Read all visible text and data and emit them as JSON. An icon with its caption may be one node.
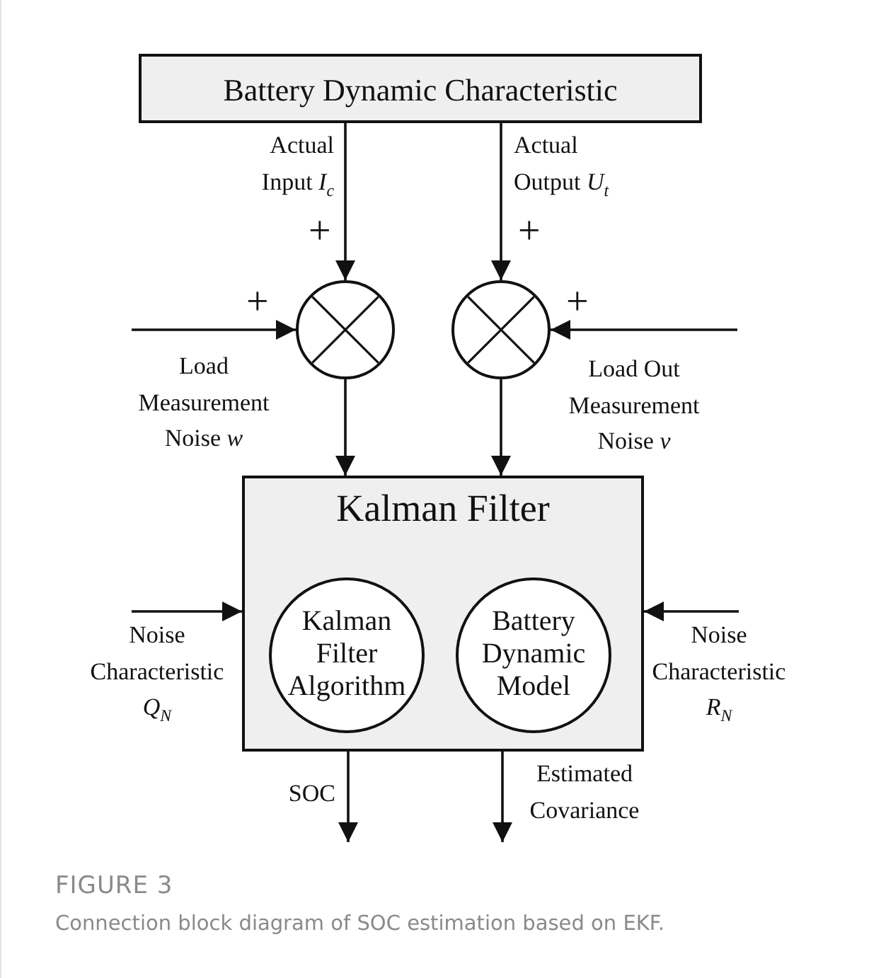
{
  "diagram": {
    "title": "FIGURE 3",
    "caption": "Connection block diagram of SOC estimation based on EKF.",
    "nodes": [
      {
        "text": [
          "Battery Dynamic Characteristic"
        ]
      },
      {
        "text": [],
        "shape": "circle"
      },
      {
        "text": [],
        "shape": "circle"
      },
      {
        "text": [
          "Kalman Filter"
        ]
      },
      {
        "text": [
          "Kalman Filter Algorithm"
        ],
        "in": 3
      },
      {
        "text": [
          "Battery Dynamic Model"
        ],
        "in": 3
      }
    ],
    "edges": [
      {
        "from": 0,
        "to": 1,
        "arrow": "to",
        "label": "Actual Input *I*$_{c}$"
      },
      {
        "from": 0,
        "to": 2,
        "arrow": "to",
        "label": "Actual Output *U*$_{t}$"
      },
      {
        "from": null,
        "to": 1,
        "arrow": "to",
        "label": "Load Measurement Noise *w*"
      },
      {
        "from": null,
        "to": 2,
        "arrow": "to",
        "label": "Load Out Measurement Noise *v*"
      },
      {
        "from": 1,
        "to": 3,
        "arrow": "to"
      },
      {
        "from": 2,
        "to": 3,
        "arrow": "to"
      },
      {
        "from": null,
        "to": 3,
        "arrow": "to",
        "label": "Noise Characteristic *Q*$_{N}$"
      },
      {
        "from": null,
        "to": 3,
        "arrow": "to",
        "label": "Noise Characteristic *R*$_{N}$"
      },
      {
        "from": 3,
        "to": null,
        "arrow": "to",
        "label": "SOC"
      },
      {
        "from": 3,
        "to": null,
        "arrow": "to",
        "label": "Estimated Covariance"
      }
    ],
    "labels": [
      "+",
      "+",
      "+",
      "+"
    ]
  }
}
